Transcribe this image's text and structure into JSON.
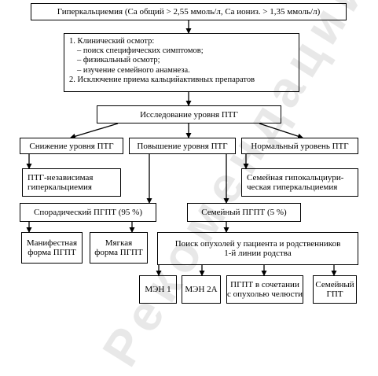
{
  "nodes": {
    "hypercalcemia": "Гиперкальциемия (Са общий > 2,55 ммоль/л, Са иониз. > 1,35 ммоль/л)",
    "exam": {
      "lines": [
        "1. Клинический осмотр:",
        "– поиск специфических симптомов;",
        "– физикальный осмотр;",
        "– изучение семейного анамнеза.",
        "2. Исключение приема кальцийактивных препаратов"
      ]
    },
    "pth_study": "Исследование уровня ПТГ",
    "pth_low": "Снижение уровня ПТГ",
    "pth_high": "Повышение уровня ПТГ",
    "pth_normal": "Нормальный уровень ПТГ",
    "pth_independent": {
      "line1": "ПТГ-независимая",
      "line2": "гиперкальциемия"
    },
    "familial_hypocalciuric": {
      "line1": "Семейная гипокальциури-",
      "line2": "ческая гиперкальциемия"
    },
    "sporadic_pghpt": "Спорадический ПГПТ (95 %)",
    "familial_pghpt": "Семейный ПГПТ (5 %)",
    "manifest": {
      "line1": "Манифестная",
      "line2": "форма ПГПТ"
    },
    "mild": {
      "line1": "Мягкая",
      "line2": "форма ПГПТ"
    },
    "tumor_search": {
      "line1": "Поиск опухолей у пациента и родственников",
      "line2": "1-й линии родства"
    },
    "men1": "МЭН 1",
    "men2a": "МЭН 2А",
    "jaw_tumor": {
      "line1": "ПГПТ в сочетании",
      "line2": "с опухолью челюсти"
    },
    "familial_gpt": {
      "line1": "Семейный",
      "line2": "ГПТ"
    }
  },
  "watermark": "Рекомендации"
}
